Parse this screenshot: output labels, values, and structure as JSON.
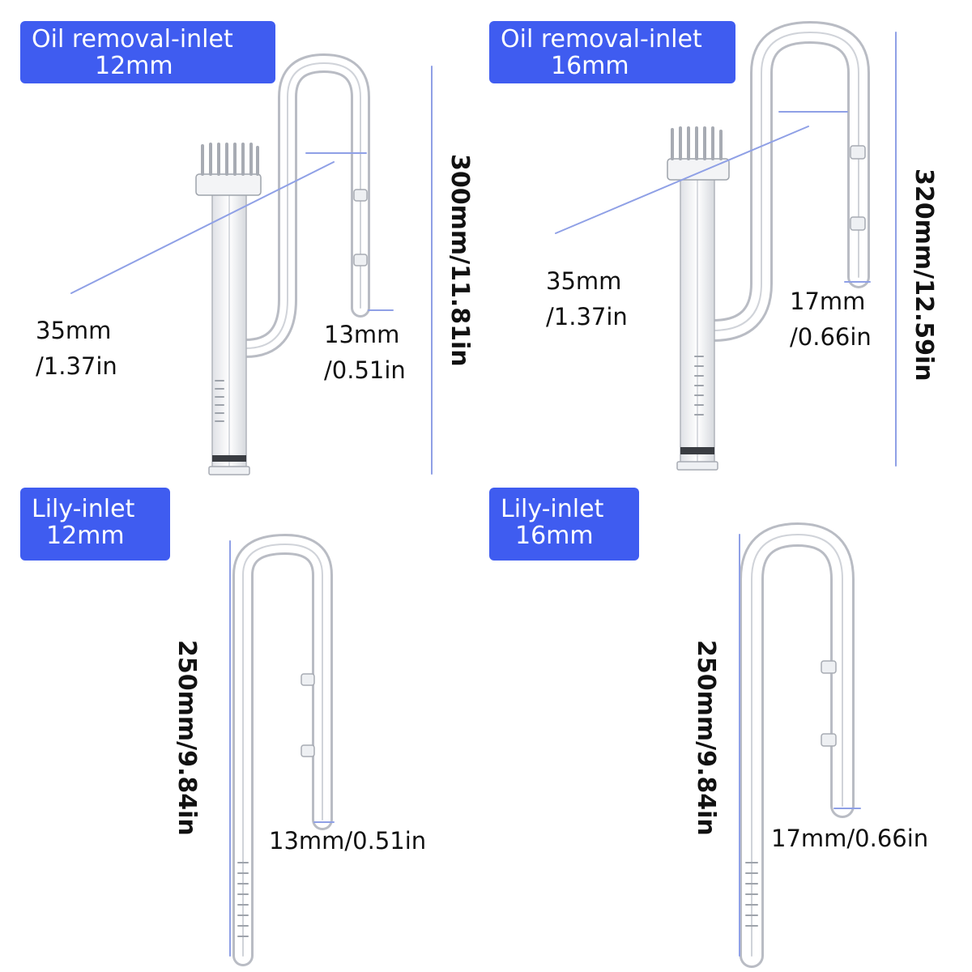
{
  "panels": [
    {
      "badge": [
        "Oil removal-inlet",
        "12mm"
      ],
      "width_label": [
        "35mm",
        "/1.37in"
      ],
      "outlet_label": [
        "13mm",
        "/0.51in"
      ],
      "height_label": "300mm/11.81in"
    },
    {
      "badge": [
        "Oil removal-inlet",
        "16mm"
      ],
      "width_label": [
        "35mm",
        "/1.37in"
      ],
      "outlet_label": [
        "17mm",
        "/0.66in"
      ],
      "height_label": "320mm/12.59in"
    },
    {
      "badge": [
        "Lily-inlet",
        "12mm"
      ],
      "outlet_label": "13mm/0.51in",
      "height_label": "250mm/9.84in"
    },
    {
      "badge": [
        "Lily-inlet",
        "16mm"
      ],
      "outlet_label": "17mm/0.66in",
      "height_label": "250mm/9.84in"
    }
  ],
  "colors": {
    "badge": "#3f5cf0",
    "guide_line": "#8fa0e6",
    "glass": "#b9bcc4"
  }
}
